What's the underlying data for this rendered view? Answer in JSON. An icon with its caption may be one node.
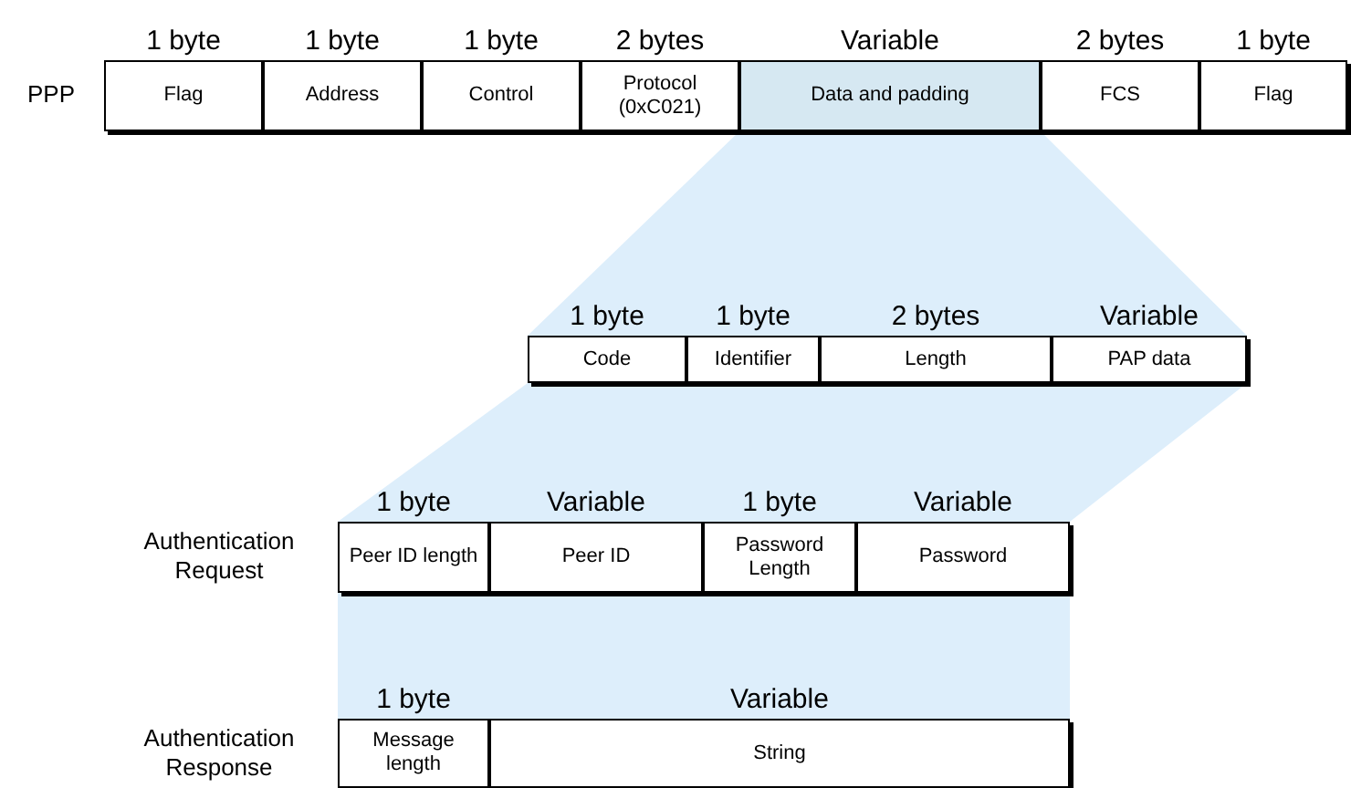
{
  "diagram": {
    "nodes": [
      {
        "text": [
          "Flag"
        ],
        "beside": [
          "1 byte"
        ]
      },
      {
        "text": [
          "Address"
        ],
        "beside": [
          "1 byte"
        ]
      },
      {
        "text": [
          "Control"
        ],
        "beside": [
          "1 byte"
        ]
      },
      {
        "text": [
          "Protocol (0xC021)"
        ],
        "beside": [
          "2 bytes"
        ]
      },
      {
        "text": [
          "Data and padding"
        ],
        "beside": [
          "Variable"
        ]
      },
      {
        "text": [
          "FCS"
        ],
        "beside": [
          "2 bytes"
        ]
      },
      {
        "text": [
          "Flag"
        ],
        "beside": [
          "1 byte"
        ]
      },
      {
        "text": [
          "Code"
        ],
        "beside": [
          "1 byte"
        ]
      },
      {
        "text": [
          "Identifier"
        ],
        "beside": [
          "1 byte"
        ]
      },
      {
        "text": [
          "Length"
        ],
        "beside": [
          "2 bytes"
        ]
      },
      {
        "text": [
          "PAP data"
        ],
        "beside": [
          "Variable"
        ]
      },
      {
        "text": [
          "Peer ID length"
        ],
        "beside": [
          "1 byte"
        ]
      },
      {
        "text": [
          "Peer ID"
        ],
        "beside": [
          "Variable"
        ]
      },
      {
        "text": [
          "Password Length"
        ],
        "beside": [
          "1 byte"
        ]
      },
      {
        "text": [
          "Password"
        ],
        "beside": [
          "Variable"
        ]
      },
      {
        "text": [
          "Message length"
        ],
        "beside": [
          "1 byte"
        ]
      },
      {
        "text": [
          "String"
        ],
        "beside": [
          "Variable"
        ]
      }
    ],
    "labels": [
      "PPP",
      "Authentication Request",
      "Authentication Response"
    ]
  }
}
